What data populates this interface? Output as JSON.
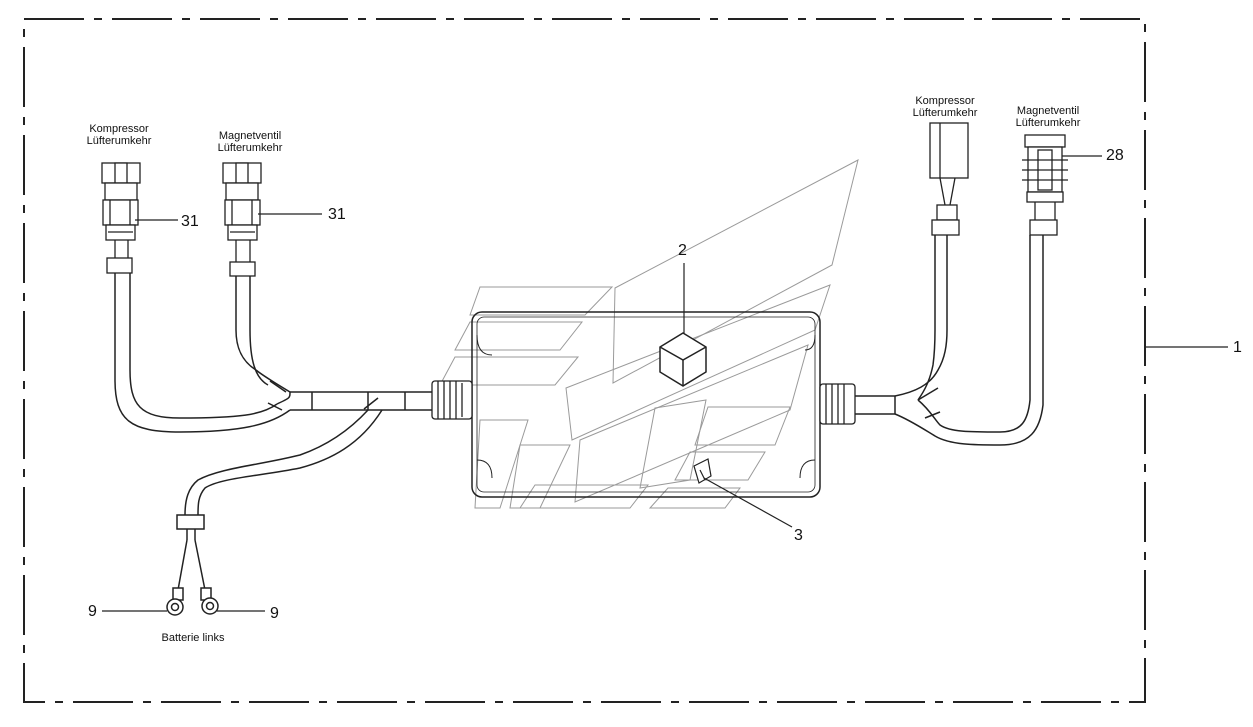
{
  "labels": {
    "left_compressor": {
      "line1": "Kompressor",
      "line2": "Lüfterumkehr"
    },
    "left_valve": {
      "line1": "Magnetventil",
      "line2": "Lüfterumkehr"
    },
    "right_compressor": {
      "line1": "Kompressor",
      "line2": "Lüfterumkehr"
    },
    "right_valve": {
      "line1": "Magnetventil",
      "line2": "Lüfterumkehr"
    },
    "battery": "Batterie links"
  },
  "callouts": {
    "c31a": "31",
    "c31b": "31",
    "c28": "28",
    "c2": "2",
    "c3": "3",
    "c1": "1",
    "c9a": "9",
    "c9b": "9"
  },
  "colors": {
    "line": "#222222",
    "ghost": "#9a9a9a",
    "background": "#ffffff"
  }
}
